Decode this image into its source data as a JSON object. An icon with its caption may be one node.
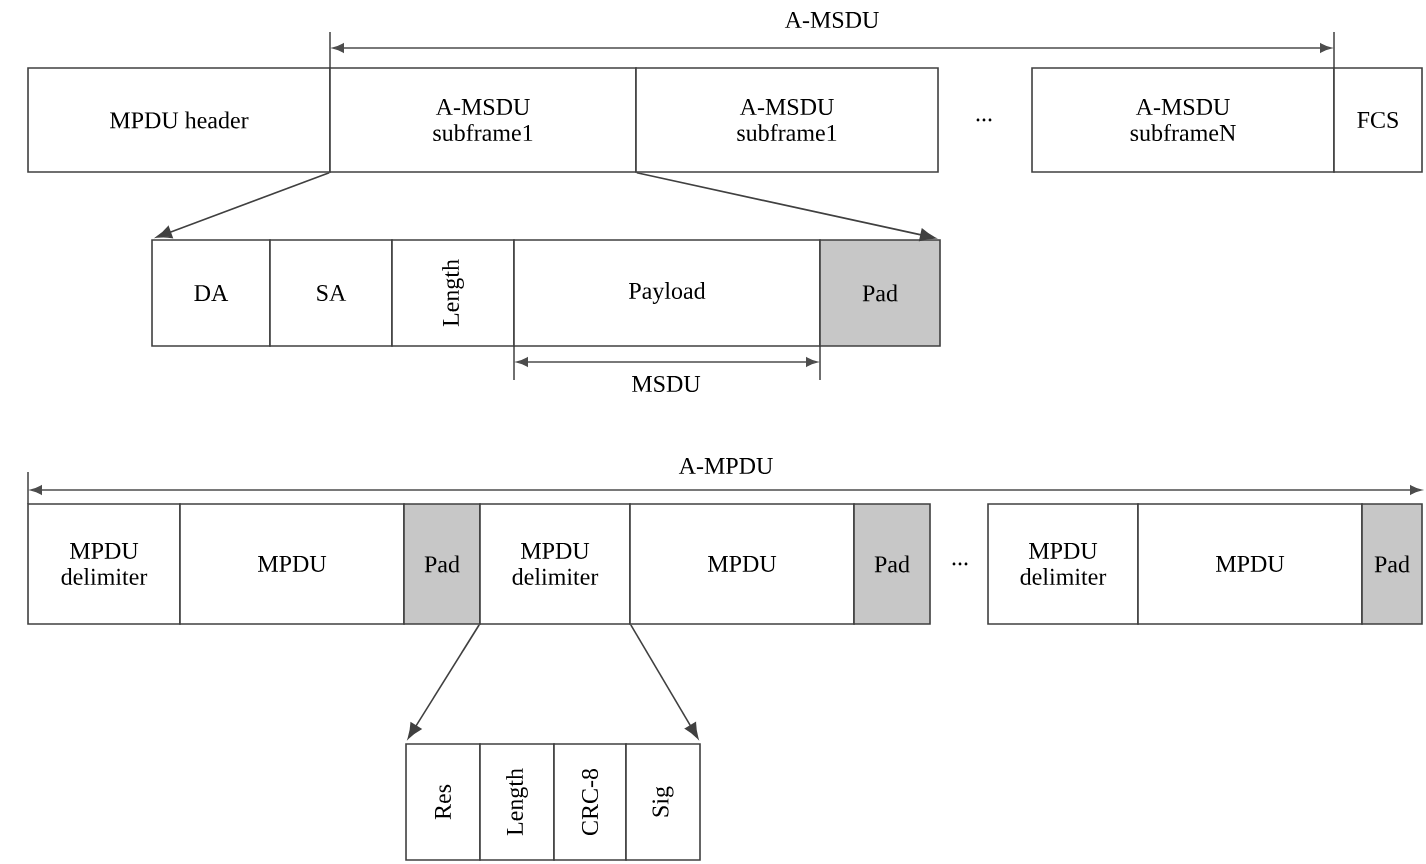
{
  "diagram": {
    "nodes": [
      {
        "text": [
          "MPDU header"
        ]
      },
      {
        "text": [
          "A-MSDU subframe1"
        ]
      },
      {
        "text": [
          "A-MSDU subframe1"
        ]
      },
      {
        "text": [
          "A-MSDU subframeN"
        ]
      },
      {
        "text": [
          "FCS"
        ]
      },
      {
        "text": [
          "DA"
        ]
      },
      {
        "text": [
          "SA"
        ]
      },
      {
        "text": [
          "Length"
        ]
      },
      {
        "text": [
          "Payload"
        ]
      },
      {
        "text": [
          "Pad"
        ]
      },
      {
        "text": [
          "MPDU delimiter"
        ]
      },
      {
        "text": [
          "MPDU"
        ]
      },
      {
        "text": [
          "Pad"
        ]
      },
      {
        "text": [
          "MPDU delimiter"
        ]
      },
      {
        "text": [
          "MPDU"
        ]
      },
      {
        "text": [
          "Pad"
        ]
      },
      {
        "text": [
          "MPDU delimiter"
        ]
      },
      {
        "text": [
          "MPDU"
        ]
      },
      {
        "text": [
          "Pad"
        ]
      },
      {
        "text": [
          "Res"
        ]
      },
      {
        "text": [
          "Length"
        ]
      },
      {
        "text": [
          "CRC-8"
        ]
      },
      {
        "text": [
          "Sig"
        ]
      }
    ],
    "edges": [
      {
        "from": 1,
        "to": 5,
        "arrow": "to"
      },
      {
        "from": 1,
        "to": 9,
        "arrow": "to"
      },
      {
        "from": 13,
        "to": 19,
        "arrow": "to"
      },
      {
        "from": 13,
        "to": 22,
        "arrow": "to"
      }
    ],
    "labels": [
      "A-MSDU",
      "...",
      "MSDU",
      "A-MPDU",
      "..."
    ]
  }
}
